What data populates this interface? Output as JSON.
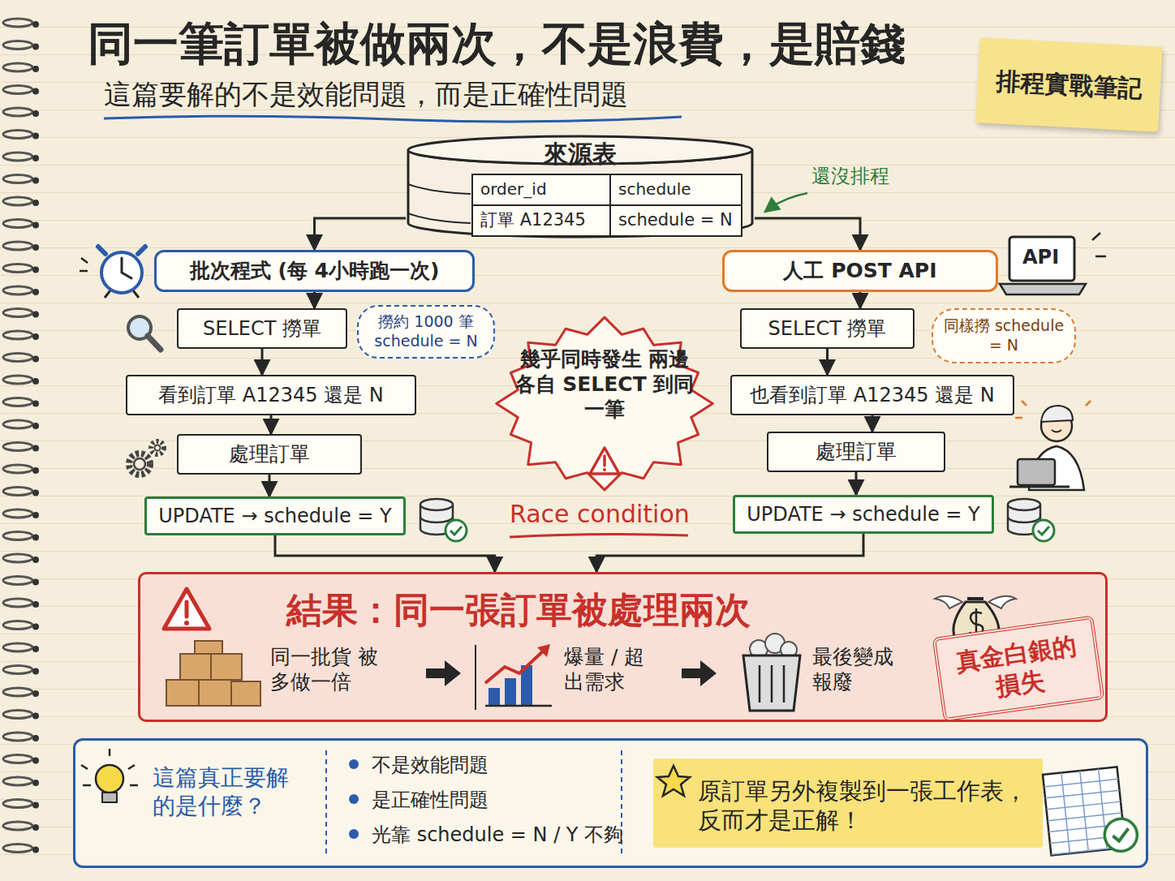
{
  "diagram": {
    "title": "同一筆訂單被做兩次，不是浪費，是賠錢",
    "nodes": [
      {
        "text": [
          "來源表",
          "order_id",
          "schedule",
          "訂單 A12345",
          "schedule = N"
        ]
      },
      {
        "text": [
          "批次程式 (每 4小時跑一次)"
        ]
      },
      {
        "text": [
          "人工 POST API"
        ]
      },
      {
        "text": [
          "SELECT 撈單"
        ]
      },
      {
        "text": [
          "撈約 1000 筆 schedule = N"
        ]
      },
      {
        "text": [
          "看到訂單 A12345 還是 N"
        ]
      },
      {
        "text": [
          "處理訂單"
        ]
      },
      {
        "text": [
          "UPDATE → schedule = Y"
        ]
      },
      {
        "text": [
          "SELECT 撈單"
        ]
      },
      {
        "text": [
          "同樣撈 schedule = N"
        ]
      },
      {
        "text": [
          "也看到訂單 A12345 還是 N"
        ]
      },
      {
        "text": [
          "處理訂單"
        ]
      },
      {
        "text": [
          "UPDATE → schedule = Y"
        ]
      },
      {
        "text": [
          "幾乎同時發生 兩邊各自 SELECT 到同一筆"
        ]
      },
      {
        "text": [
          "結果：同一張訂單被處理兩次",
          "同一批貨 被多做一倍",
          "爆量 / 超出需求",
          "最後變成 報廢"
        ]
      },
      {
        "text": [
          "真金白銀的 損失"
        ],
        "in": 14
      },
      {
        "text": [
          "這篇真正要解的是什麼？",
          "不是效能問題",
          "是正確性問題",
          "光靠 schedule = N / Y 不夠"
        ]
      },
      {
        "text": [
          "原訂單另外複製到一張工作表，反而才是正解！"
        ],
        "in": 16
      },
      {
        "text": [
          "排程實戰筆記"
        ]
      }
    ],
    "edges": [
      {
        "from": 0,
        "to": 1,
        "arrow": "to"
      },
      {
        "from": 0,
        "to": 2,
        "arrow": "to"
      },
      {
        "from": 1,
        "to": 3,
        "arrow": "to"
      },
      {
        "from": 3,
        "to": 5,
        "arrow": "to"
      },
      {
        "from": 5,
        "to": 6,
        "arrow": "to"
      },
      {
        "from": 6,
        "to": 7,
        "arrow": "to"
      },
      {
        "from": 2,
        "to": 8,
        "arrow": "to"
      },
      {
        "from": 8,
        "to": 10,
        "arrow": "to"
      },
      {
        "from": 10,
        "to": 11,
        "arrow": "to"
      },
      {
        "from": 11,
        "to": 12,
        "arrow": "to"
      },
      {
        "from": 7,
        "to": 14,
        "arrow": "to"
      },
      {
        "from": 12,
        "to": 14,
        "arrow": "to"
      }
    ],
    "labels": [
      "這篇要解的不是效能問題，而是正確性問題",
      "還沒排程",
      "API",
      "Race condition"
    ]
  }
}
